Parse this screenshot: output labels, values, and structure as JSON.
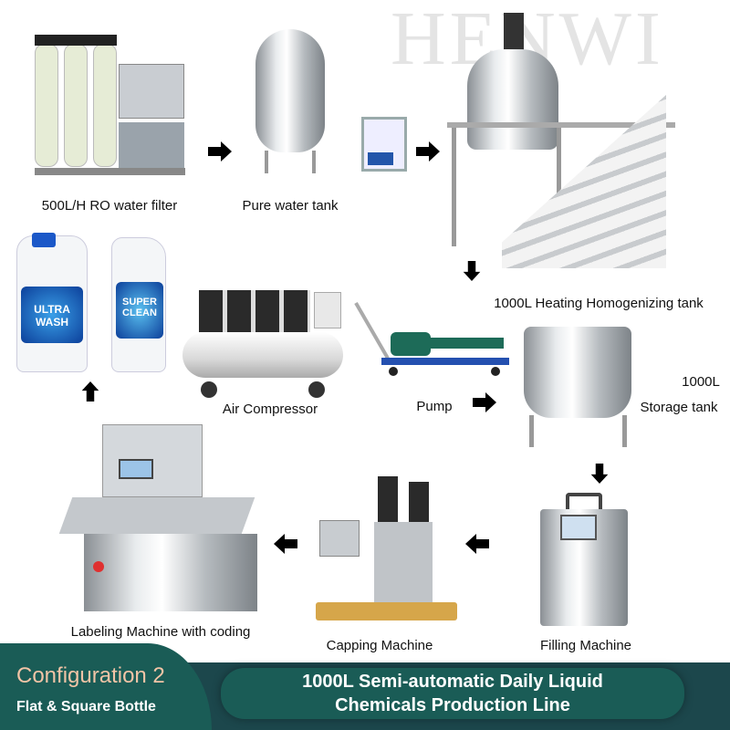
{
  "watermark": "HENWI",
  "steps": {
    "ro_filter": "500L/H RO water filter",
    "pure_water_tank": "Pure water tank",
    "heating_tank": "1000L Heating Homogenizing tank",
    "air_compressor": "Air Compressor",
    "pump": "Pump",
    "storage_volume": "1000L",
    "storage_tank": "Storage tank",
    "filling": "Filling Machine",
    "capping": "Capping Machine",
    "labeling": "Labeling Machine with coding"
  },
  "bottles": {
    "left": "ULTRA WASH",
    "right": "SUPER CLEAN"
  },
  "banner": {
    "config": "Configuration 2",
    "bottle_type": "Flat & Square Bottle",
    "title_line1": "1000L Semi-automatic Daily Liquid",
    "title_line2": "Chemicals Production Line"
  },
  "colors": {
    "banner_dark": "#1c474c",
    "banner_teal": "#1a5c56",
    "config_text": "#f2c4a6"
  }
}
